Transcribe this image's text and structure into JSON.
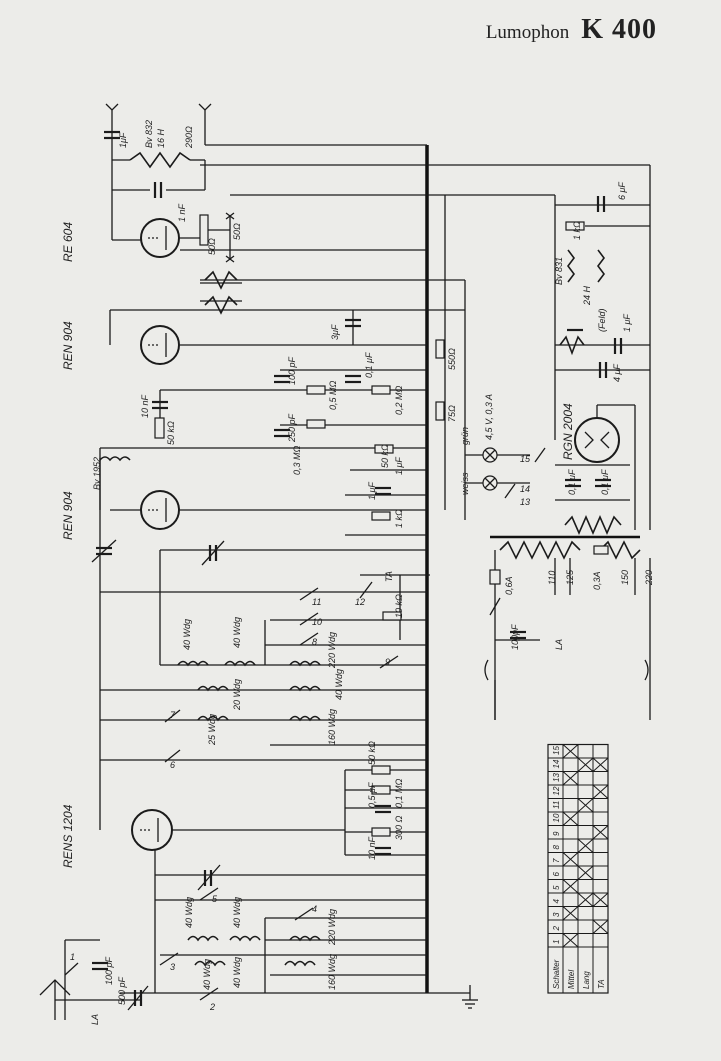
{
  "header": {
    "brand": "Lumophon",
    "model": "K 400"
  },
  "tubes": [
    {
      "name": "RE 604"
    },
    {
      "name": "REN 904"
    },
    {
      "name": "REN 904"
    },
    {
      "name": "RENS 1204"
    },
    {
      "name": "RGN 2004"
    }
  ],
  "labels": {
    "coil_top": "Bv 832",
    "coil_top2": "16 H",
    "c_1uf": "1μF",
    "r_290": "290Ω",
    "c_1nf": "1 nF",
    "r_50a": "50Ω",
    "r_50b": "50Ω",
    "c_3uf": "3μF",
    "r_550": "550Ω",
    "r_75": "75Ω",
    "c_100pf": "100 pF",
    "r_05": "0,5 MΩ",
    "c_01": "0,1 μF",
    "r_02": "0,2 MΩ",
    "c_10nf": "10 nF",
    "r_50k": "50 kΩ",
    "c_250": "250 pF",
    "r_03": "0,3 MΩ",
    "r_50k2": "50 kΩ",
    "c_1uf2": "1 μF",
    "c_1uf3": "1 μF",
    "r_1k": "1 kΩ",
    "coil_1952": "Bv 1952",
    "w40a": "40 Wdg",
    "w40b": "40 Wdg",
    "w220a": "220 Wdg",
    "w20": "20 Wdg",
    "w40c": "40 Wdg",
    "w25": "25 Wdg",
    "w160a": "160 Wdg",
    "r_50k3": "50 kΩ",
    "r_01m": "0,1 MΩ",
    "c_05": "0,5 μF",
    "r_300": "300 Ω",
    "c_10nf2": "10 nF",
    "w40d": "40 Wdg",
    "w40e": "40 Wdg",
    "w220b": "220 Wdg",
    "w40f": "40 Wdg",
    "w40g": "40 Wdg",
    "w160b": "160 Wdg",
    "c_500": "500 pF",
    "c_100pf2": "100 pF",
    "la1": "LA",
    "c_6uf": "6 μF",
    "r_1k2": "1 kΩ",
    "coil_bv831": "Bv 831",
    "h24": "24 H",
    "feld": "(Feld)",
    "c_1uf4": "1 μF",
    "c_4uf": "4 μF",
    "lamp": "4,5 V, 0,3 A",
    "gruen": "grün",
    "weiss": "weiss",
    "c_01b": "0,1 μF",
    "c_01c": "0,1 μF",
    "fuse1": "0,6A",
    "fuse2": "0,3A",
    "v110": "110",
    "v125": "125",
    "v150": "150",
    "v220": "220",
    "c_100pf3": "100pF",
    "la2": "LA",
    "ta": "TA",
    "r_10k": "10 kΩ"
  },
  "switch_numbers": [
    "1",
    "2",
    "3",
    "4",
    "5",
    "6",
    "7",
    "8",
    "9",
    "10",
    "11",
    "12",
    "13",
    "14",
    "15"
  ],
  "switch_table": {
    "header_label": "Schalter",
    "columns": [
      "1",
      "2",
      "3",
      "4",
      "5",
      "6",
      "7",
      "8",
      "9",
      "10",
      "11",
      "12",
      "13",
      "14",
      "15"
    ],
    "rows": [
      {
        "label": "Mittel",
        "marks": [
          1,
          0,
          1,
          0,
          1,
          0,
          1,
          0,
          0,
          1,
          0,
          0,
          1,
          0,
          1
        ]
      },
      {
        "label": "Lang",
        "marks": [
          0,
          0,
          0,
          1,
          0,
          1,
          0,
          1,
          0,
          0,
          1,
          0,
          0,
          1,
          0
        ]
      },
      {
        "label": "TA",
        "marks": [
          0,
          1,
          0,
          1,
          0,
          0,
          0,
          0,
          1,
          0,
          0,
          1,
          0,
          1,
          0
        ]
      }
    ]
  }
}
